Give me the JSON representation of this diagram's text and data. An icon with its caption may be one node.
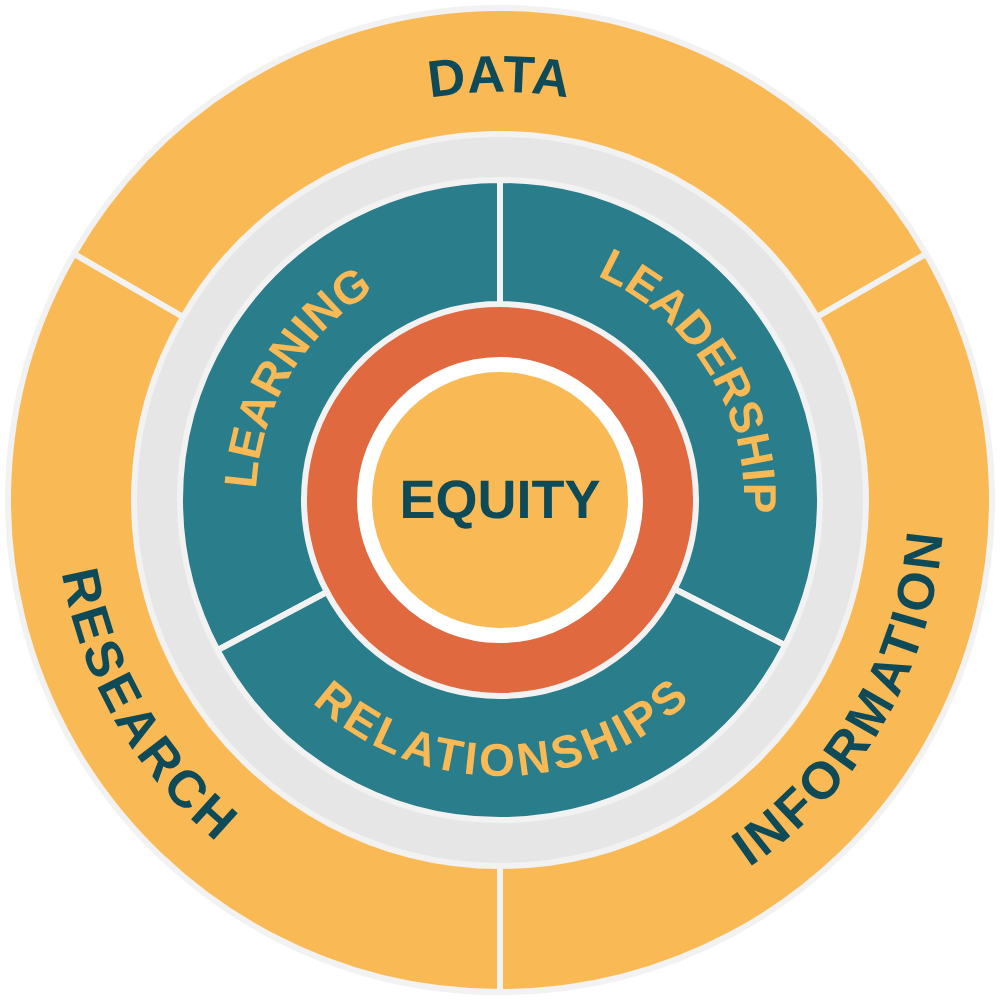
{
  "diagram": {
    "nodes": [
      {
        "text": [
          "DATA"
        ]
      },
      {
        "text": [
          "RESEARCH"
        ]
      },
      {
        "text": [
          "INFORMATION"
        ]
      },
      {
        "text": [
          "LEARNING"
        ]
      },
      {
        "text": [
          "LEADERSHIP"
        ]
      },
      {
        "text": [
          "RELATIONSHIPS"
        ]
      },
      {
        "text": [
          "EQUITY"
        ]
      }
    ]
  }
}
